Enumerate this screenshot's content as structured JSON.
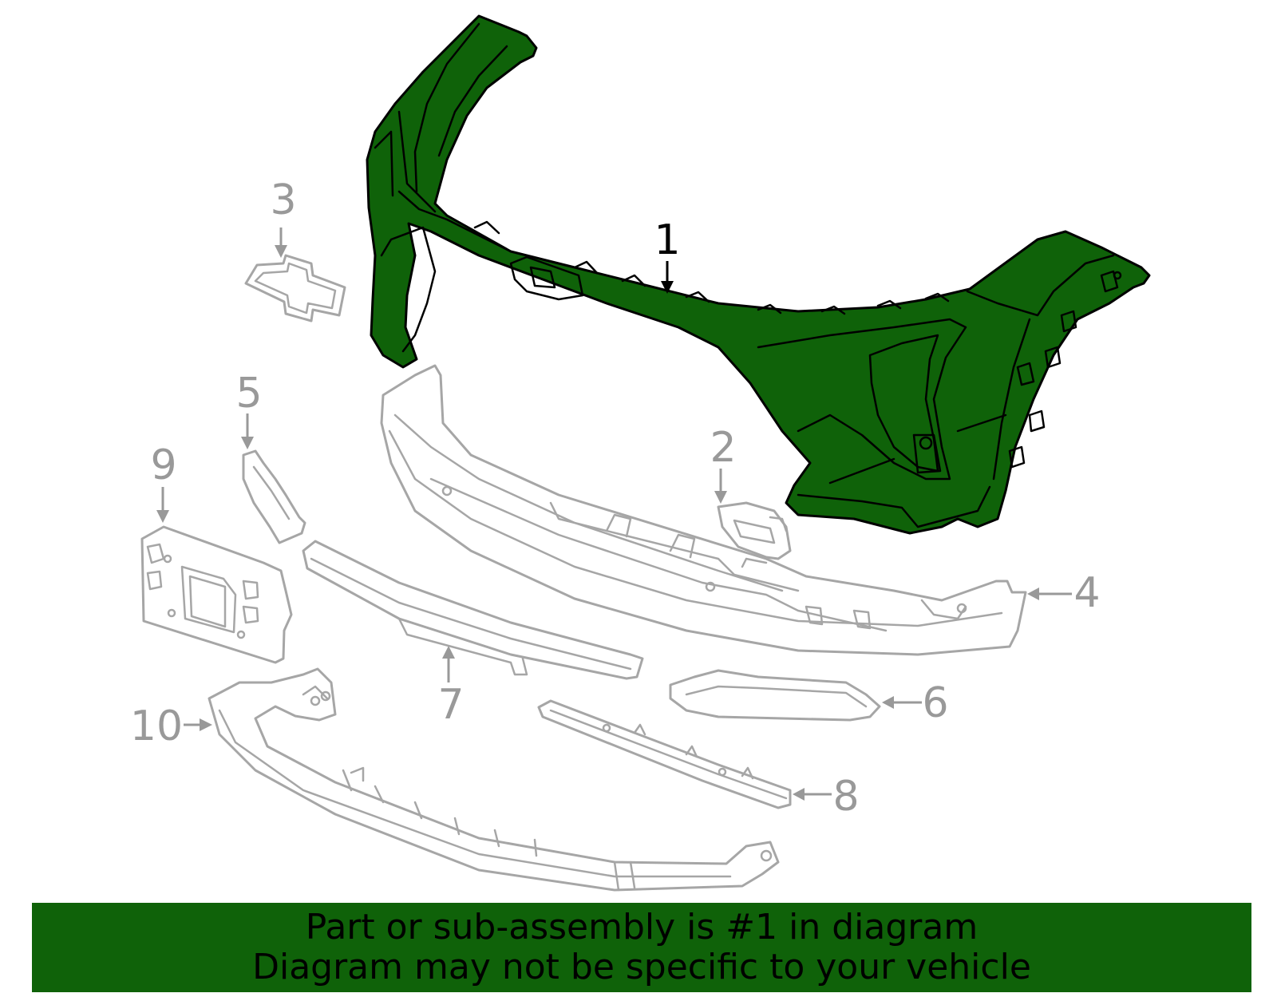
{
  "callouts": {
    "c1": "1",
    "c2": "2",
    "c3": "3",
    "c4": "4",
    "c5": "5",
    "c6": "6",
    "c7": "7",
    "c8": "8",
    "c9": "9",
    "c10": "10"
  },
  "highlight_part": "1",
  "colors": {
    "highlight": "#0f6209",
    "outline_inactive": "#a6a6a6",
    "label_inactive": "#999999"
  },
  "banner": {
    "line1": "Part or sub-assembly is #1 in diagram",
    "line2": "Diagram may not be specific to your vehicle"
  }
}
